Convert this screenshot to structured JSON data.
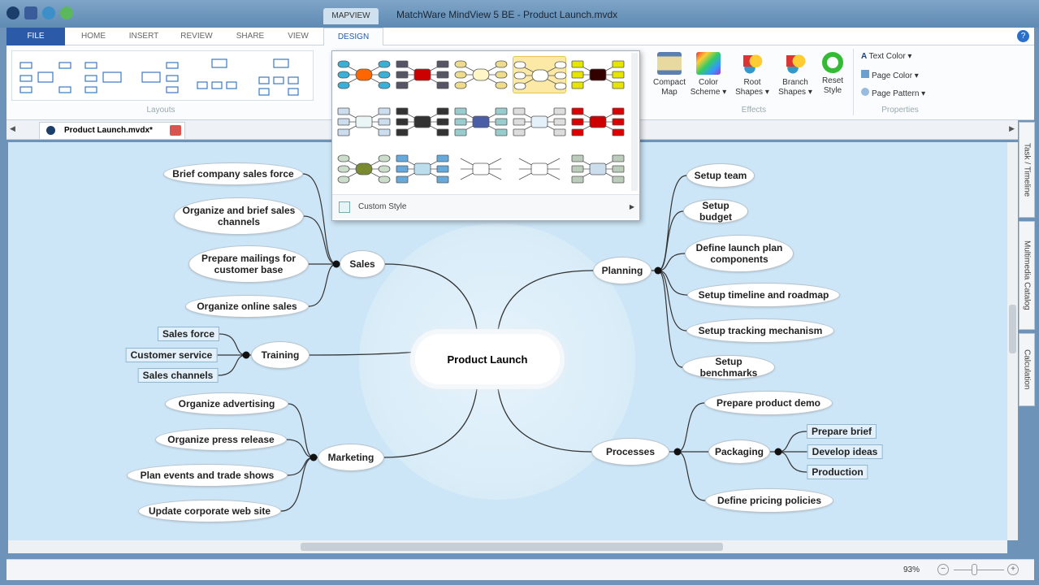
{
  "window": {
    "title": "MatchWare MindView 5 BE - Product Launch.mvdx",
    "context_tab": "MAPVIEW"
  },
  "ribbon_tabs": [
    "FILE",
    "HOME",
    "INSERT",
    "REVIEW",
    "SHARE",
    "VIEW",
    "DESIGN"
  ],
  "ribbon": {
    "layouts_label": "Layouts",
    "effects_label": "Effects",
    "properties_label": "Properties",
    "compact_map": "Compact Map",
    "color_scheme": "Color Scheme ▾",
    "root_shapes": "Root Shapes ▾",
    "branch_shapes": "Branch Shapes ▾",
    "reset_style": "Reset Style",
    "text_color": "Text Color ▾",
    "page_color": "Page Color ▾",
    "page_pattern": "Page Pattern ▾"
  },
  "gallery": {
    "custom_style": "Custom Style"
  },
  "document_tab": "Product Launch.mvdx*",
  "side_tabs": [
    "Task / Timeline",
    "Multimedia Catalog",
    "Calculation"
  ],
  "map": {
    "root": "Product Launch",
    "sales": {
      "label": "Sales",
      "items": [
        "Brief company sales force",
        "Organize and brief sales channels",
        "Prepare mailings for customer base",
        "Organize online sales"
      ]
    },
    "training": {
      "label": "Training",
      "items": [
        "Sales force",
        "Customer service",
        "Sales channels"
      ]
    },
    "marketing": {
      "label": "Marketing",
      "items": [
        "Organize advertising",
        "Organize press release",
        "Plan events and trade shows",
        "Update corporate web site"
      ]
    },
    "planning": {
      "label": "Planning",
      "items": [
        "Setup team",
        "Setup budget",
        "Define launch plan components",
        "Setup timeline and roadmap",
        "Setup tracking mechanism",
        "Setup benchmarks"
      ]
    },
    "processes": {
      "label": "Processes",
      "items": [
        "Prepare product demo",
        "Packaging",
        "Define pricing policies"
      ]
    },
    "packaging": {
      "items": [
        "Prepare brief",
        "Develop ideas",
        "Production"
      ]
    }
  },
  "status": {
    "zoom": "93%"
  }
}
